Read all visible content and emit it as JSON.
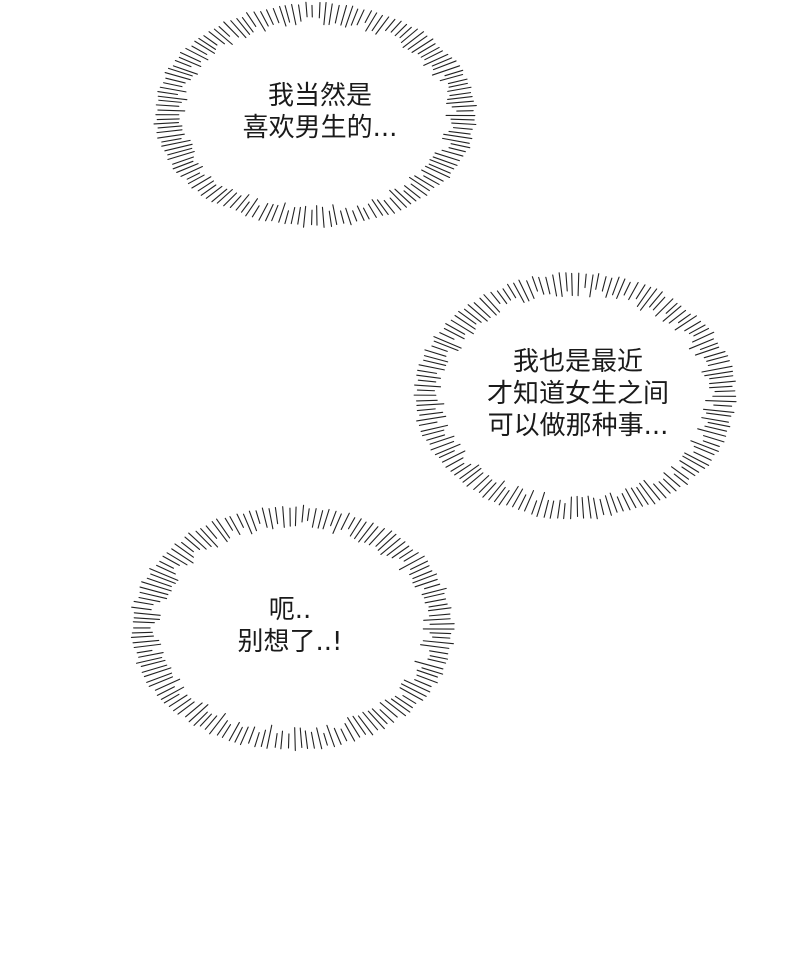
{
  "bubbles": [
    {
      "lines": [
        "我当然是",
        "喜欢男生的..."
      ]
    },
    {
      "lines": [
        "我也是最近",
        "才知道女生之间",
        "可以做那种事..."
      ]
    },
    {
      "lines": [
        "呃..",
        "别想了..!"
      ]
    }
  ],
  "colors": {
    "stroke": "#222222",
    "background": "#ffffff"
  }
}
